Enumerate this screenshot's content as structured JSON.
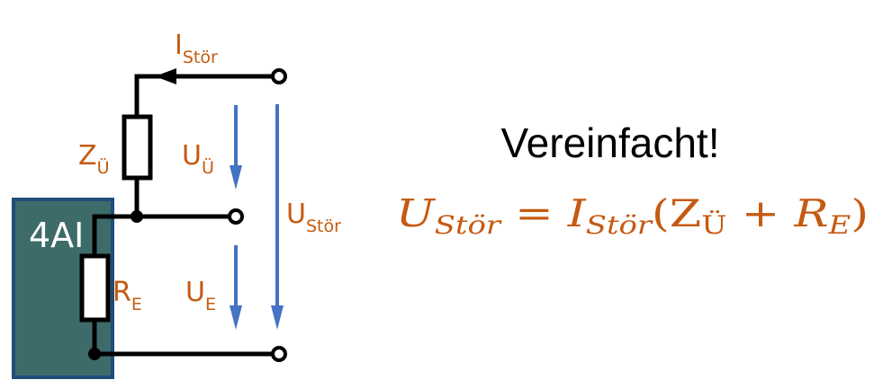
{
  "colors": {
    "accent": "#c55a11",
    "arrow": "#4472c4",
    "module_fill": "#3d6b69",
    "module_border": "#1f4e79"
  },
  "circuit": {
    "module_label": "4AI",
    "current": {
      "main": "I",
      "sub": "Stör"
    },
    "z_label": {
      "main": "Z",
      "sub": "Ü"
    },
    "u_z_label": {
      "main": "U",
      "sub": "Ü"
    },
    "u_stoer_label": {
      "main": "U",
      "sub": "Stör"
    },
    "r_label": {
      "main": "R",
      "sub": "E"
    },
    "u_e_label": {
      "main": "U",
      "sub": "E"
    }
  },
  "heading": "Vereinfacht!",
  "formula": {
    "lhs": "U",
    "lhs_sub": "Stör",
    "eq": " = ",
    "i": "I",
    "i_sub": "Stör",
    "open": "(",
    "z": "Z",
    "z_sub": "Ü",
    "plus": " + ",
    "r": "R",
    "r_sub": "E",
    "close": ")"
  }
}
